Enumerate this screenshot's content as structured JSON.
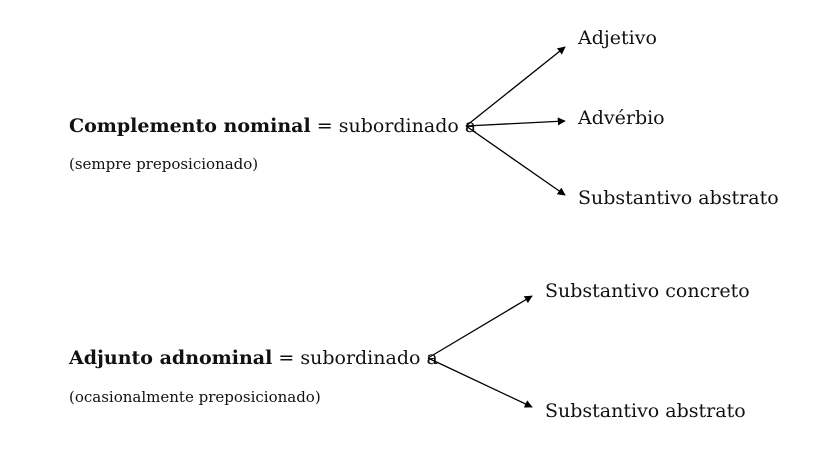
{
  "diagram": {
    "groups": [
      {
        "term": "Complemento nominal",
        "relation": "= subordinado a",
        "note": "(sempre preposicionado)",
        "targets": [
          "Adjetivo",
          "Advérbio",
          "Substantivo abstrato"
        ]
      },
      {
        "term": "Adjunto adnominal",
        "relation": "= subordinado a",
        "note": "(ocasionalmente preposicionado)",
        "targets": [
          "Substantivo concreto",
          "Substantivo abstrato"
        ]
      }
    ],
    "colors": {
      "text": "#111111",
      "arrow": "#000000",
      "background": "#ffffff"
    }
  }
}
